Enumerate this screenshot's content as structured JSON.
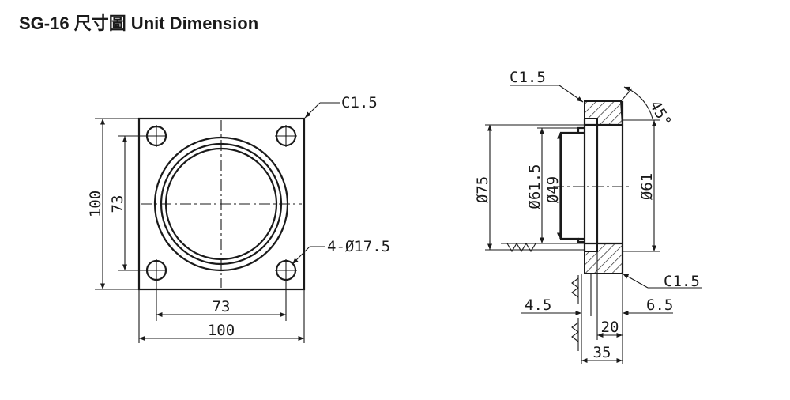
{
  "title": "SG-16 尺寸圖 Unit Dimension",
  "front_view": {
    "height_outer": "100",
    "height_holes": "73",
    "width_holes": "73",
    "width_outer": "100",
    "chamfer": "C1.5",
    "holes": "4-Ø17.5"
  },
  "side_view": {
    "chamfer_top": "C1.5",
    "angle": "45°",
    "dia_75": "Ø75",
    "dia_61_5": "Ø61.5",
    "dia_49": "Ø49",
    "dia_61": "Ø61",
    "chamfer_bottom": "C1.5",
    "dim_4_5": "4.5",
    "dim_6_5": "6.5",
    "dim_20": "20",
    "dim_35": "35"
  }
}
